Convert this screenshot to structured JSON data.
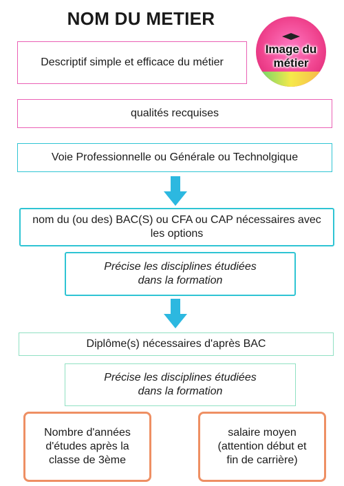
{
  "title": "NOM DU METIER",
  "description": "Descriptif simple et efficace du métier",
  "qualities": "qualités recquises",
  "pathway": "Voie Professionnelle ou Générale ou Technolgique",
  "bac_required": "nom du (ou des) BAC(S) ou CFA ou CAP nécessaires avec les options",
  "disciplines_1": "Précise les disciplines étudiées dans la formation",
  "diplomas_after_bac": "Diplôme(s) nécessaires d'après BAC",
  "disciplines_2": "Précise les disciplines étudiées dans la formation",
  "years_of_study": "Nombre d'années d'études après la classe de 3ème",
  "salary": "salaire moyen (attention début et fin de carrière)",
  "image_label": "Image du métier",
  "colors": {
    "pink": "#ea5fb4",
    "cyan": "#2ec4d3",
    "mint": "#8fe0c2",
    "orange": "#ee8f63",
    "arrow": "#2cb8e0"
  },
  "icons": {
    "arrow": "arrow-down-icon",
    "image": "graduate-image-icon"
  }
}
